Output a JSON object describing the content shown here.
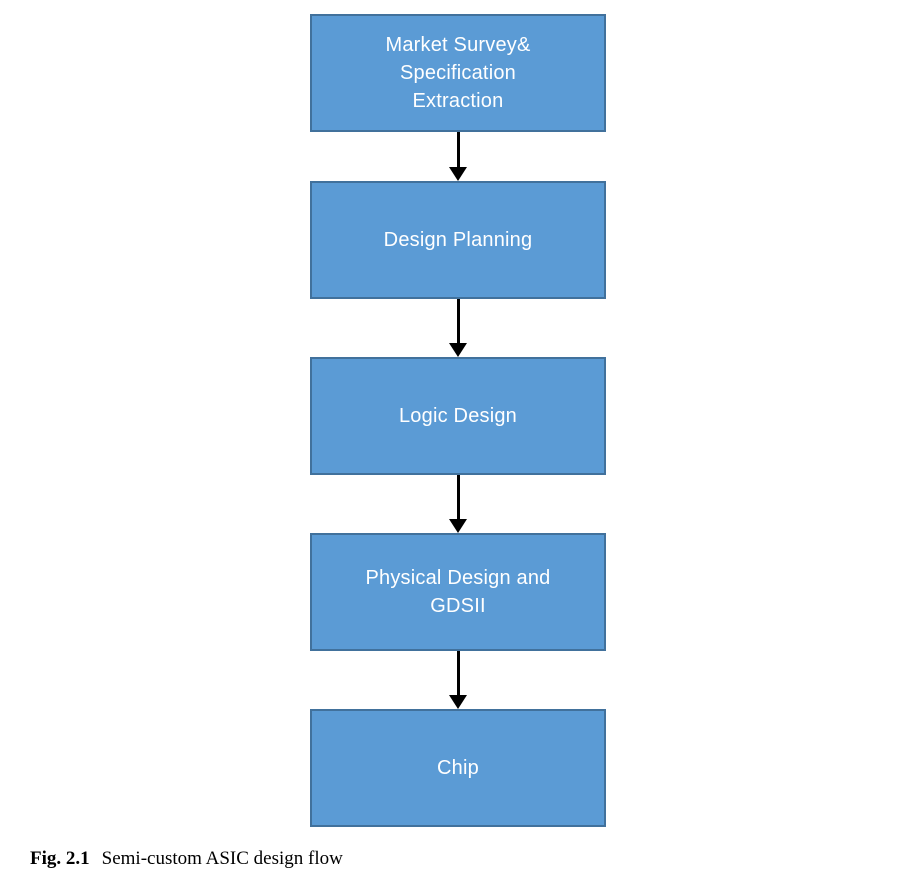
{
  "theme": {
    "background": "#ffffff",
    "box_fill": "#5b9bd5",
    "box_border": "#41719c",
    "box_text_color": "#ffffff",
    "arrow_color": "#000000",
    "caption_color": "#000000"
  },
  "diagram": {
    "type": "flowchart",
    "direction": "top-to-bottom",
    "nodes": [
      {
        "id": "market-survey",
        "label": "Market Survey&\nSpecification\nExtraction"
      },
      {
        "id": "design-planning",
        "label": "Design Planning"
      },
      {
        "id": "logic-design",
        "label": "Logic Design"
      },
      {
        "id": "physical-design-gdsii",
        "label": "Physical Design and\nGDSII"
      },
      {
        "id": "chip",
        "label": "Chip"
      }
    ],
    "edges": [
      {
        "from": "market-survey",
        "to": "design-planning"
      },
      {
        "from": "design-planning",
        "to": "logic-design"
      },
      {
        "from": "logic-design",
        "to": "physical-design-gdsii"
      },
      {
        "from": "physical-design-gdsii",
        "to": "chip"
      }
    ]
  },
  "caption": {
    "label": "Fig. 2.1",
    "text": "Semi-custom ASIC design flow"
  }
}
